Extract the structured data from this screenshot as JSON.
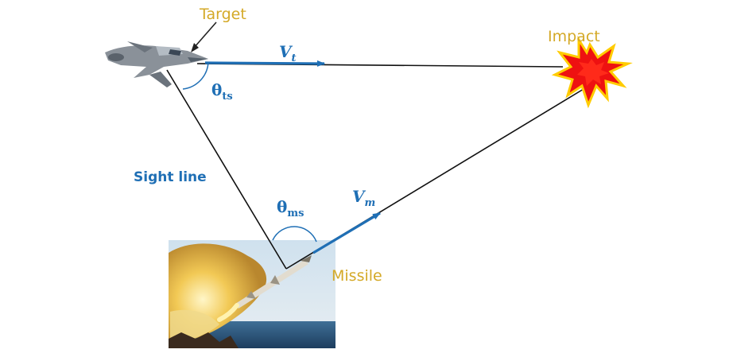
{
  "labels": {
    "target": "Target",
    "impact": "Impact",
    "missile": "Missile",
    "sight_line": "Sight line",
    "theta_ts": {
      "symbol": "θ",
      "sub": "ts"
    },
    "theta_ms": {
      "symbol": "θ",
      "sub": "ms"
    },
    "v_target": {
      "symbol": "V",
      "sub": "t"
    },
    "v_missile": {
      "symbol": "V",
      "sub": "m"
    }
  },
  "colors": {
    "label_gold": "#d4a927",
    "vector_blue": "#1f6fb5",
    "line_black": "#111111",
    "explosion_red": "#ee1111"
  }
}
